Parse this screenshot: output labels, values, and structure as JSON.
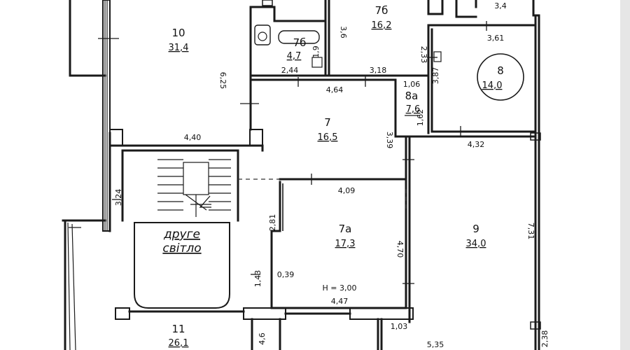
{
  "rooms": [
    {
      "num": "10",
      "area": "31,4"
    },
    {
      "num": "7б",
      "area": "16,2"
    },
    {
      "num": "7б",
      "area": "4,7"
    },
    {
      "num": "8",
      "area": "14,0"
    },
    {
      "num": "8а",
      "area": "7,6"
    },
    {
      "num": "7",
      "area": "16,5"
    },
    {
      "num": "7а",
      "area": "17,3"
    },
    {
      "num": "9",
      "area": "34,0"
    },
    {
      "num": "11",
      "area": "26,1"
    }
  ],
  "top_right_value": "3,4",
  "stair_label_line1": "друге",
  "stair_label_line2": "світло",
  "height_note": "H = 3,00",
  "dimensions": {
    "d625": "6,25",
    "d440": "4,40",
    "d324": "3,24",
    "d36": "3,6",
    "d19": "1,9",
    "d244": "2,44",
    "d318": "3,18",
    "d233": "2,33",
    "d361": "3,61",
    "d387": "3,87",
    "d464": "4,64",
    "d106": "1,06",
    "d162": "1,62",
    "d339": "3,39",
    "d432": "4,32",
    "d409": "4,09",
    "d281": "2,81",
    "d470": "4,70",
    "d731": "7,31",
    "d143": "1,43",
    "d039": "0,39",
    "d447": "4,47",
    "d46": "4,6",
    "d103": "1,03",
    "d535": "5,35",
    "d238": "2,38"
  }
}
